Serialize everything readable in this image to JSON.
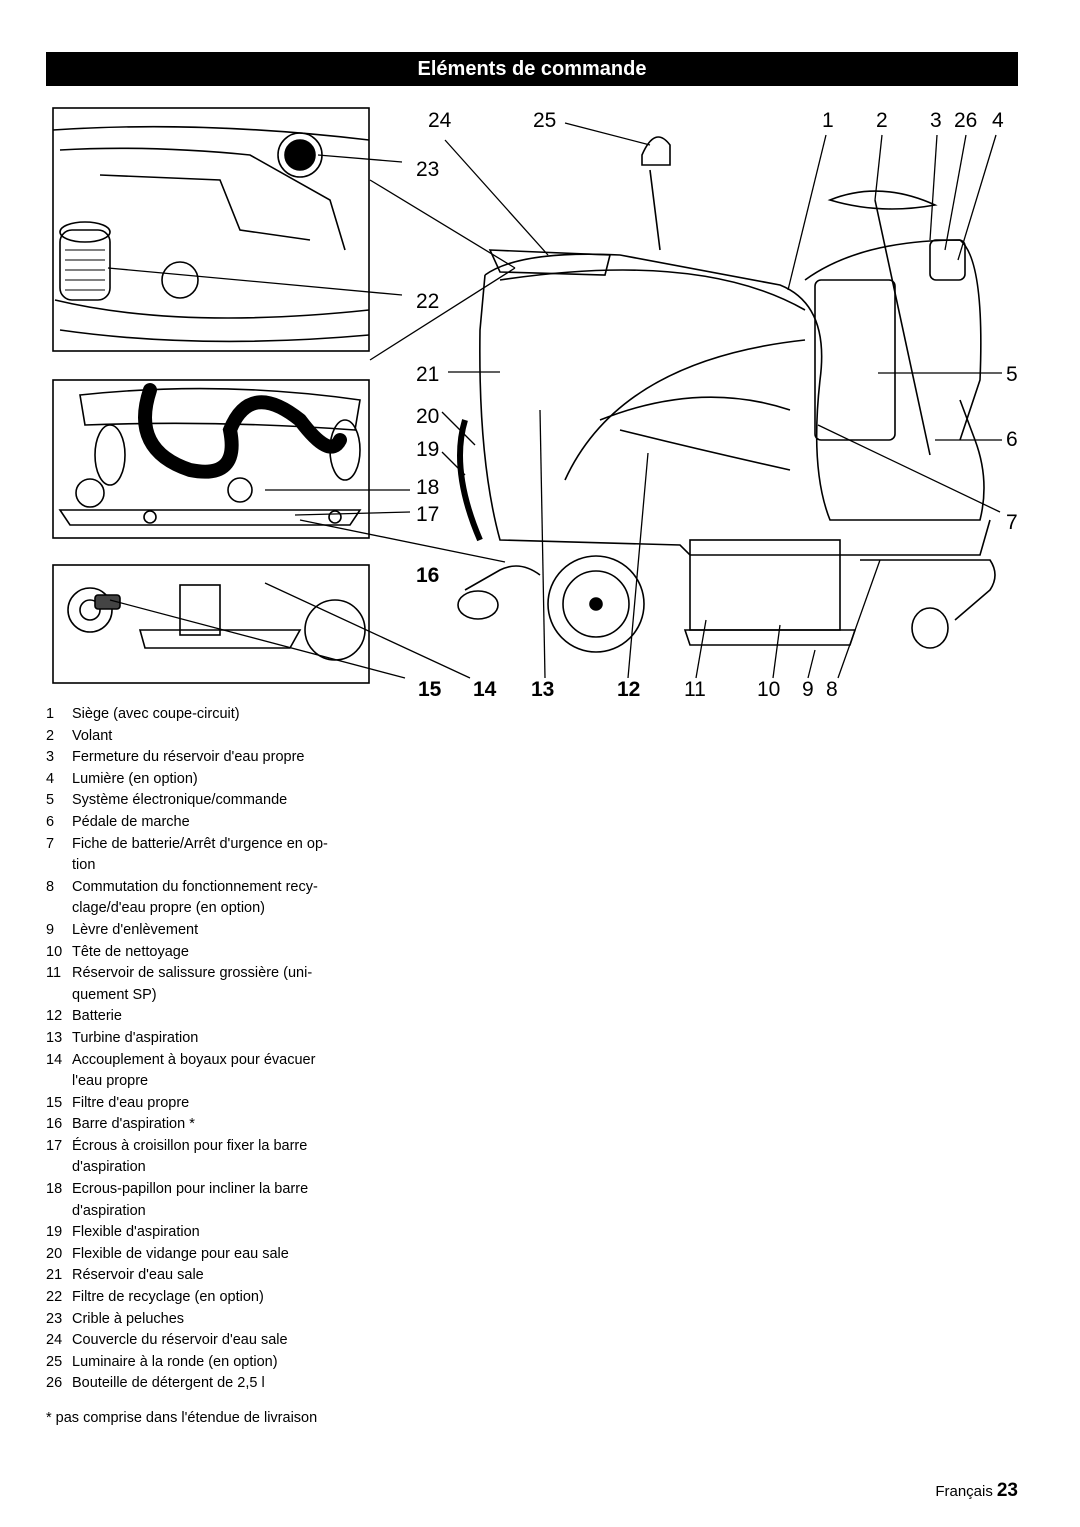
{
  "header": {
    "title": "Eléments de commande"
  },
  "figure": {
    "callouts": {
      "c1": "1",
      "c2": "2",
      "c3": "3",
      "c26": "26",
      "c4": "4",
      "c24": "24",
      "c25": "25",
      "c23": "23",
      "c22": "22",
      "c21": "21",
      "c20": "20",
      "c19": "19",
      "c18": "18",
      "c17": "17",
      "c16": "16",
      "c5": "5",
      "c6": "6",
      "c7": "7",
      "c15": "15",
      "c14": "14",
      "c13": "13",
      "c12": "12",
      "c11": "11",
      "c10": "10",
      "c9": "9",
      "c8": "8"
    }
  },
  "legend": [
    {
      "num": "1",
      "text": "Siège (avec coupe-circuit)"
    },
    {
      "num": "2",
      "text": "Volant"
    },
    {
      "num": "3",
      "text": "Fermeture du réservoir d'eau propre"
    },
    {
      "num": "4",
      "text": "Lumière (en option)"
    },
    {
      "num": "5",
      "text": "Système électronique/commande"
    },
    {
      "num": "6",
      "text": "Pédale de marche"
    },
    {
      "num": "7",
      "text": "Fiche de batterie/Arrêt d'urgence en op-",
      "cont": "tion"
    },
    {
      "num": "8",
      "text": "Commutation du fonctionnement recy-",
      "cont": "clage/d'eau propre (en option)"
    },
    {
      "num": "9",
      "text": "Lèvre d'enlèvement"
    },
    {
      "num": "10",
      "text": "Tête de nettoyage"
    },
    {
      "num": "11",
      "text": "Réservoir de salissure grossière (uni-",
      "cont": "quement SP)"
    },
    {
      "num": "12",
      "text": "Batterie"
    },
    {
      "num": "13",
      "text": "Turbine d'aspiration"
    },
    {
      "num": "14",
      "text": "Accouplement à boyaux pour évacuer",
      "cont": "l'eau propre"
    },
    {
      "num": "15",
      "text": "Filtre d'eau propre"
    },
    {
      "num": "16",
      "text": "Barre d'aspiration *"
    },
    {
      "num": "17",
      "text": "Écrous à croisillon pour fixer la barre",
      "cont": "d'aspiration"
    },
    {
      "num": "18",
      "text": "Ecrous-papillon pour incliner la barre",
      "cont": "d'aspiration"
    },
    {
      "num": "19",
      "text": "Flexible d'aspiration"
    },
    {
      "num": "20",
      "text": "Flexible de vidange pour eau sale"
    },
    {
      "num": "21",
      "text": "Réservoir d'eau sale"
    },
    {
      "num": "22",
      "text": "Filtre de recyclage (en option)"
    },
    {
      "num": "23",
      "text": "Crible à peluches"
    },
    {
      "num": "24",
      "text": "Couvercle du réservoir d'eau sale"
    },
    {
      "num": "25",
      "text": "Luminaire à la ronde (en option)"
    },
    {
      "num": "26",
      "text": "Bouteille de détergent de 2,5 l"
    }
  ],
  "footnote": "* pas comprise dans l'étendue de livraison",
  "footer": {
    "language": "Français",
    "page": "23"
  }
}
